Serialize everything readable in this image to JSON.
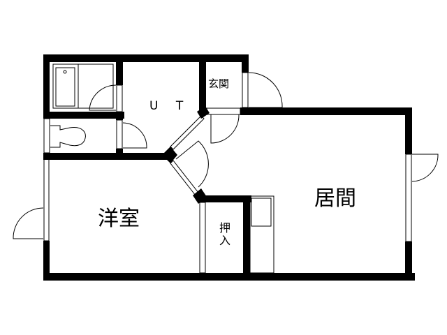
{
  "diagram": {
    "type": "floor-plan",
    "rooms": [
      {
        "id": "bath",
        "label": ""
      },
      {
        "id": "toilet",
        "label": ""
      },
      {
        "id": "ut",
        "label": "U T"
      },
      {
        "id": "genkan",
        "label": "玄関"
      },
      {
        "id": "yoshitsu",
        "label": "洋室"
      },
      {
        "id": "ima",
        "label": "居間"
      },
      {
        "id": "oshiire",
        "label": "押入"
      },
      {
        "id": "storage",
        "label": ""
      }
    ],
    "colors": {
      "wall": "#000000",
      "background": "#ffffff",
      "line": "#000000"
    }
  }
}
